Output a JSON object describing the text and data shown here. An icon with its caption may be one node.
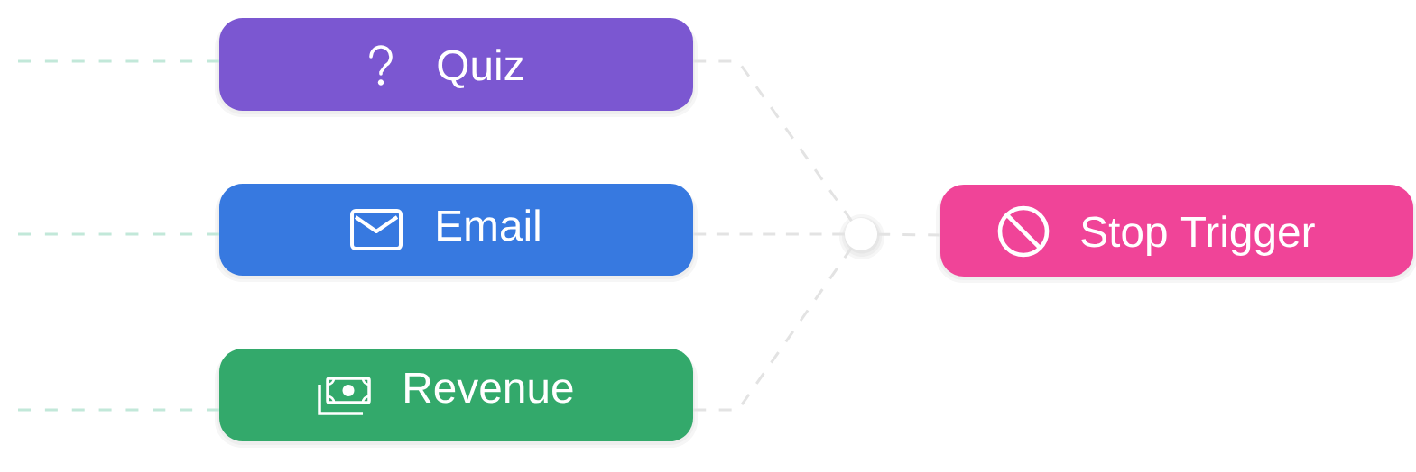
{
  "diagram": {
    "nodes": [
      {
        "text": [
          "Quiz"
        ]
      },
      {
        "text": [
          "Email"
        ]
      },
      {
        "text": [
          "Revenue"
        ]
      },
      {
        "text": [],
        "shape": "circle"
      },
      {
        "text": [
          "Stop Trigger"
        ]
      }
    ],
    "edges": [
      {
        "from": null,
        "to": 0,
        "arrow": "none",
        "style": "dashed",
        "color": "#c2e8d9"
      },
      {
        "from": null,
        "to": 1,
        "arrow": "none",
        "style": "dashed",
        "color": "#c2e8d9"
      },
      {
        "from": null,
        "to": 2,
        "arrow": "none",
        "style": "dashed",
        "color": "#c2e8d9"
      },
      {
        "from": 0,
        "to": 3,
        "arrow": "none",
        "style": "dashed"
      },
      {
        "from": 1,
        "to": 3,
        "arrow": "none",
        "style": "dashed"
      },
      {
        "from": 2,
        "to": 3,
        "arrow": "none",
        "style": "dashed"
      },
      {
        "from": 3,
        "to": 4,
        "arrow": "none",
        "style": "dashed"
      }
    ]
  }
}
